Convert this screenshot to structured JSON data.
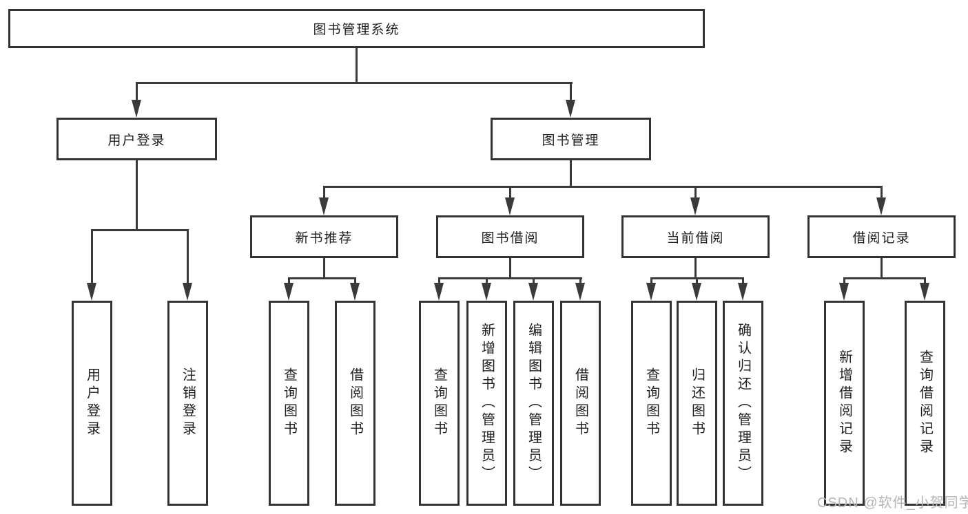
{
  "diagram_title": "图书管理系统",
  "tree": {
    "label": "图书管理系统",
    "children": [
      {
        "label": "用户登录",
        "children": [
          {
            "label": "用户登录"
          },
          {
            "label": "注销登录"
          }
        ]
      },
      {
        "label": "图书管理",
        "children": [
          {
            "label": "新书推荐",
            "children": [
              {
                "label": "查询图书"
              },
              {
                "label": "借阅图书"
              }
            ]
          },
          {
            "label": "图书借阅",
            "children": [
              {
                "label": "查询图书"
              },
              {
                "label": "新增图书（管理员）"
              },
              {
                "label": "编辑图书（管理员）"
              },
              {
                "label": "借阅图书"
              }
            ]
          },
          {
            "label": "当前借阅",
            "children": [
              {
                "label": "查询图书"
              },
              {
                "label": "归还图书"
              },
              {
                "label": "确认归还（管理员）"
              }
            ]
          },
          {
            "label": "借阅记录",
            "children": [
              {
                "label": "新增借阅记录"
              },
              {
                "label": "查询借阅记录"
              }
            ]
          }
        ]
      }
    ]
  },
  "watermark": {
    "text": "CSDN @软件_小贺同学"
  },
  "colors": {
    "background": "#ffffff",
    "box_border": "#333333",
    "connector_line": "#3a3a3a",
    "text": "#1f1f1f",
    "watermark": "#b5b5b5"
  }
}
